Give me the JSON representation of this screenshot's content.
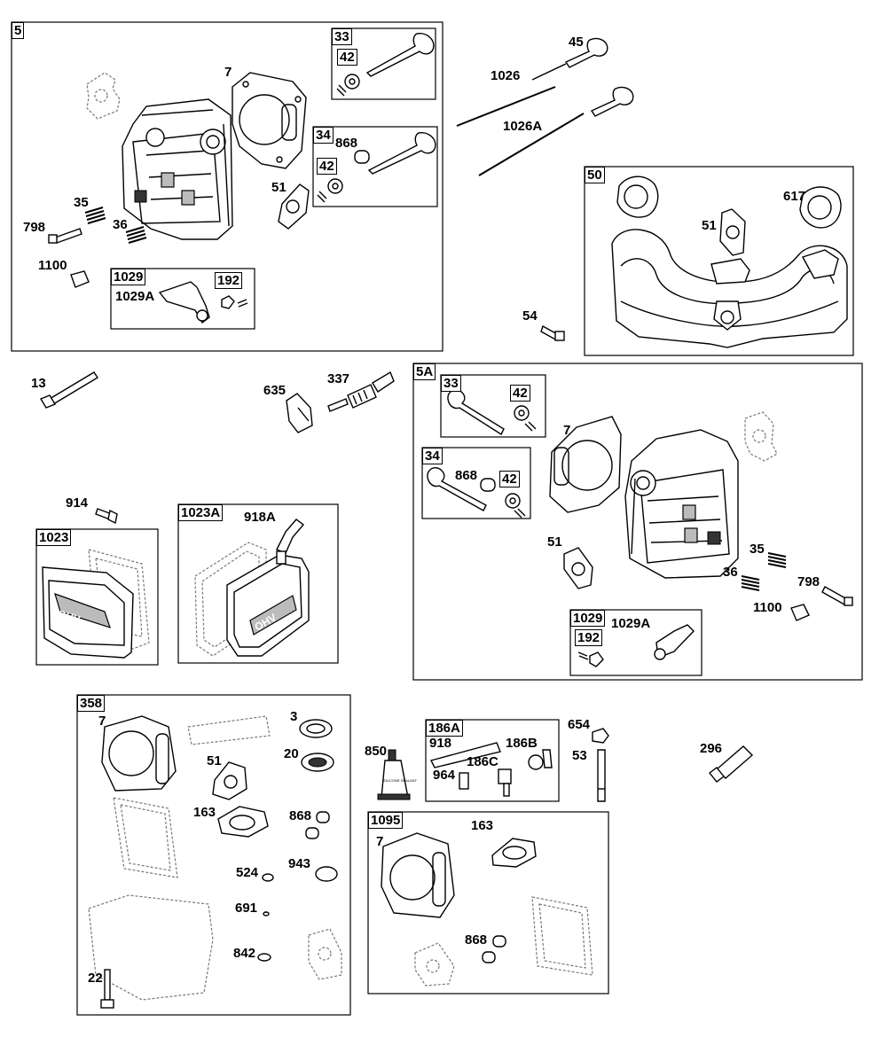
{
  "kits": {
    "k5": "5",
    "k33_top": "33",
    "k42_top_a": "42",
    "k34_top": "34",
    "k42_top_b": "42",
    "k1029_top": "1029",
    "k192_top": "192",
    "k50": "50",
    "k5A": "5A",
    "k33_right": "33",
    "k42_right_a": "42",
    "k34_right": "34",
    "k42_right_b": "42",
    "k1029_right": "1029",
    "k192_right": "192",
    "k1023": "1023",
    "k1023A": "1023A",
    "k358": "358",
    "k186A": "186A",
    "k1095": "1095"
  },
  "parts": {
    "p7_top": "7",
    "p45": "45",
    "p1026": "1026",
    "p1026A": "1026A",
    "p868_top": "868",
    "p51_top": "51",
    "p35_top": "35",
    "p798_top": "798",
    "p36_top": "36",
    "p1100_top": "1100",
    "p1029A_top": "1029A",
    "p617": "617",
    "p51_manifold": "51",
    "p54": "54",
    "p13": "13",
    "p635": "635",
    "p337": "337",
    "p7_right": "7",
    "p868_right": "868",
    "p51_right": "51",
    "p35_right": "35",
    "p36_right": "36",
    "p798_right": "798",
    "p1100_right": "1100",
    "p1029A_right": "1029A",
    "p914": "914",
    "p918A": "918A",
    "p7_358": "7",
    "p3": "3",
    "p20": "20",
    "p51_358": "51",
    "p163_358": "163",
    "p868_358": "868",
    "p524": "524",
    "p943": "943",
    "p691": "691",
    "p842": "842",
    "p22": "22",
    "p850": "850",
    "p918": "918",
    "p186B": "186B",
    "p186C": "186C",
    "p964": "964",
    "p654": "654",
    "p53": "53",
    "p296": "296",
    "p7_1095": "7",
    "p163_1095": "163",
    "p868_1095": "868"
  },
  "artwork": {
    "ohv_logo_text": "OHV",
    "sealant_text": "SILICONE SEALANT"
  }
}
